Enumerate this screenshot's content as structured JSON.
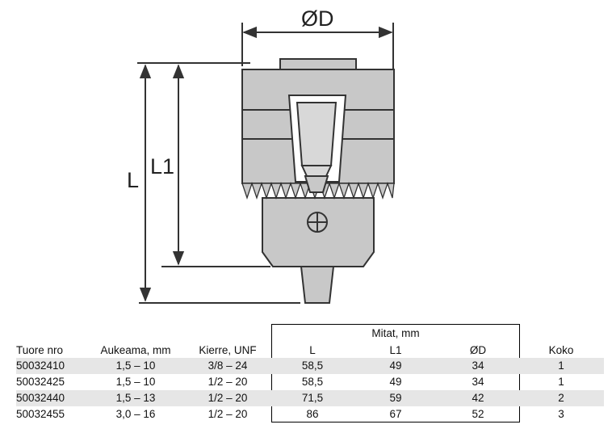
{
  "drawing": {
    "labels": {
      "diameter": "ØD",
      "length": "L",
      "length1": "L1"
    },
    "colors": {
      "body": "#c8c8c8",
      "line": "#333333"
    }
  },
  "table": {
    "group_header": "Mitat, mm",
    "headers": [
      "Tuore nro",
      "Aukeama, mm",
      "Kierre, UNF",
      "L",
      "L1",
      "ØD",
      "Koko"
    ],
    "rows": [
      [
        "50032410",
        "1,5 – 10",
        "3/8 – 24",
        "58,5",
        "49",
        "34",
        "1"
      ],
      [
        "50032425",
        "1,5 – 10",
        "1/2 – 20",
        "58,5",
        "49",
        "34",
        "1"
      ],
      [
        "50032440",
        "1,5 – 13",
        "1/2 – 20",
        "71,5",
        "59",
        "42",
        "2"
      ],
      [
        "50032455",
        "3,0 – 16",
        "1/2 – 20",
        "86",
        "67",
        "52",
        "3"
      ]
    ]
  }
}
